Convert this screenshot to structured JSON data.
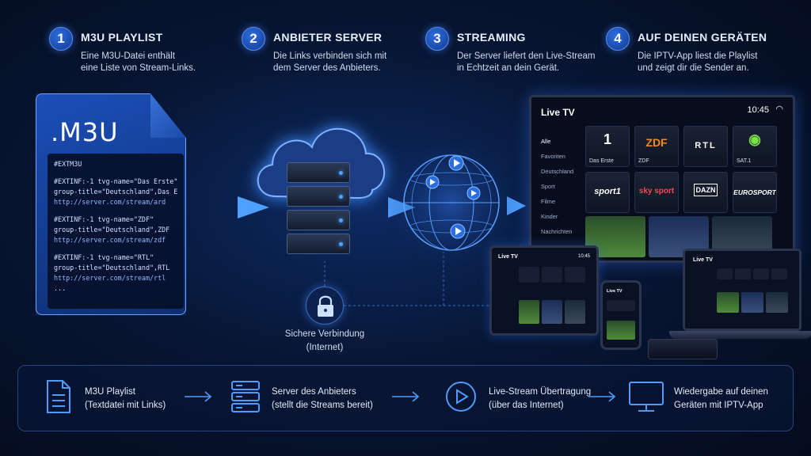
{
  "steps": [
    {
      "number": "1",
      "title": "M3U PLAYLIST",
      "desc": [
        "Eine M3U-Datei enthält",
        "eine Liste von Stream-Links."
      ]
    },
    {
      "number": "2",
      "title": "ANBIETER SERVER",
      "desc": [
        "Die Links verbinden sich mit",
        "dem Server des Anbieters."
      ]
    },
    {
      "number": "3",
      "title": "STREAMING",
      "desc": [
        "Der Server liefert den Live-Stream",
        "in Echtzeit an dein Gerät."
      ]
    },
    {
      "number": "4",
      "title": "AUF DEINEN GERÄTEN",
      "desc": [
        "Die IPTV-App liest die Playlist",
        "und zeigt dir die Sender an."
      ]
    }
  ],
  "file": {
    "extension": ".M3U",
    "lines": [
      "#EXTM3U",
      "",
      "#EXTINF:-1 tvg-name=\"Das Erste\"",
      "group-title=\"Deutschland\",Das Erste",
      "http://server.com/stream/ard",
      "",
      "#EXTINF:-1 tvg-name=\"ZDF\"",
      "group-title=\"Deutschland\",ZDF",
      "http://server.com/stream/zdf",
      "",
      "#EXTINF:-1 tvg-name=\"RTL\"",
      "group-title=\"Deutschland\",RTL",
      "http://server.com/stream/rtl",
      "..."
    ]
  },
  "secure_connection": [
    "Sichere Verbindung",
    "(Internet)"
  ],
  "tv": {
    "title": "Live TV",
    "time": "10:45",
    "nav": [
      "Alle",
      "Favoriten",
      "Deutschland",
      "Sport",
      "Filme",
      "Kinder",
      "Nachrichten"
    ],
    "channels": [
      {
        "logo": "1",
        "name": "Das Erste",
        "color": "#ffffff"
      },
      {
        "logo": "ZDF",
        "name": "ZDF",
        "color": "#f28c1c"
      },
      {
        "logo": "RTL",
        "name": "",
        "color": "#ffffff"
      },
      {
        "logo": "SAT.1",
        "name": "SAT.1",
        "color": "#ffffff"
      },
      {
        "logo": "sport1",
        "name": "",
        "color": "#ffffff"
      },
      {
        "logo": "sky sport",
        "name": "",
        "color": "#ff2a3c"
      },
      {
        "logo": "DAZN",
        "name": "",
        "color": "#ffffff"
      },
      {
        "logo": "EUROSPORT",
        "name": "",
        "color": "#ffffff"
      }
    ]
  },
  "tablet": {
    "title": "Live TV",
    "time": "10:45"
  },
  "phone": {
    "title": "Live TV"
  },
  "laptop": {
    "title": "Live TV"
  },
  "flow": [
    {
      "icon": "document-icon",
      "lines": [
        "M3U Playlist",
        "(Textdatei mit Links)"
      ]
    },
    {
      "icon": "server-icon",
      "lines": [
        "Server des Anbieters",
        "(stellt die Streams bereit)"
      ]
    },
    {
      "icon": "play-icon",
      "lines": [
        "Live-Stream Übertragung",
        "(über das Internet)"
      ]
    },
    {
      "icon": "monitor-icon",
      "lines": [
        "Wiedergabe auf deinen",
        "Geräten mit IPTV-App"
      ]
    }
  ],
  "colors": {
    "accent": "#3f8cff",
    "background": "#071634"
  }
}
